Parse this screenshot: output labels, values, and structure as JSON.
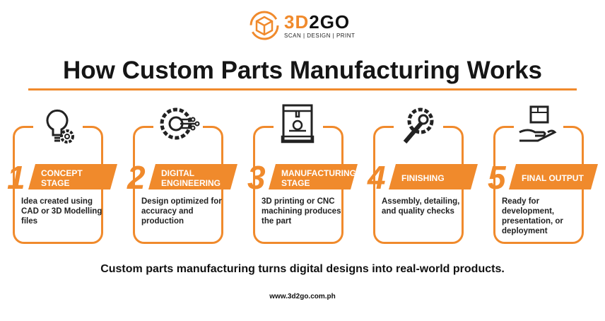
{
  "logo": {
    "brand_a": "3D",
    "brand_b": "2GO",
    "tagline": "SCAN  |  DESIGN  |  PRINT"
  },
  "title": "How Custom Parts Manufacturing Works",
  "steps": [
    {
      "num": "1",
      "label": "CONCEPT STAGE",
      "desc": "Idea created using CAD or 3D Modelling files",
      "icon": "lightbulb-gear-icon"
    },
    {
      "num": "2",
      "label": "DIGITAL ENGINEERING",
      "desc": "Design optimized for accuracy and production",
      "icon": "gear-circuit-icon"
    },
    {
      "num": "3",
      "label": "MANUFACTURING STAGE",
      "desc": "3D printing or CNC machining produces the part",
      "icon": "3d-printer-icon"
    },
    {
      "num": "4",
      "label": "FINISHING",
      "desc": "Assembly, detailing, and quality checks",
      "icon": "gear-wrench-icon"
    },
    {
      "num": "5",
      "label": "FINAL OUTPUT",
      "desc": "Ready for development, presentation, or deployment",
      "icon": "hand-box-icon"
    }
  ],
  "footer": "Custom parts manufacturing turns digital designs into real-world products.",
  "url": "www.3d2go.com.ph",
  "colors": {
    "accent": "#f08a2c",
    "text": "#151515"
  }
}
